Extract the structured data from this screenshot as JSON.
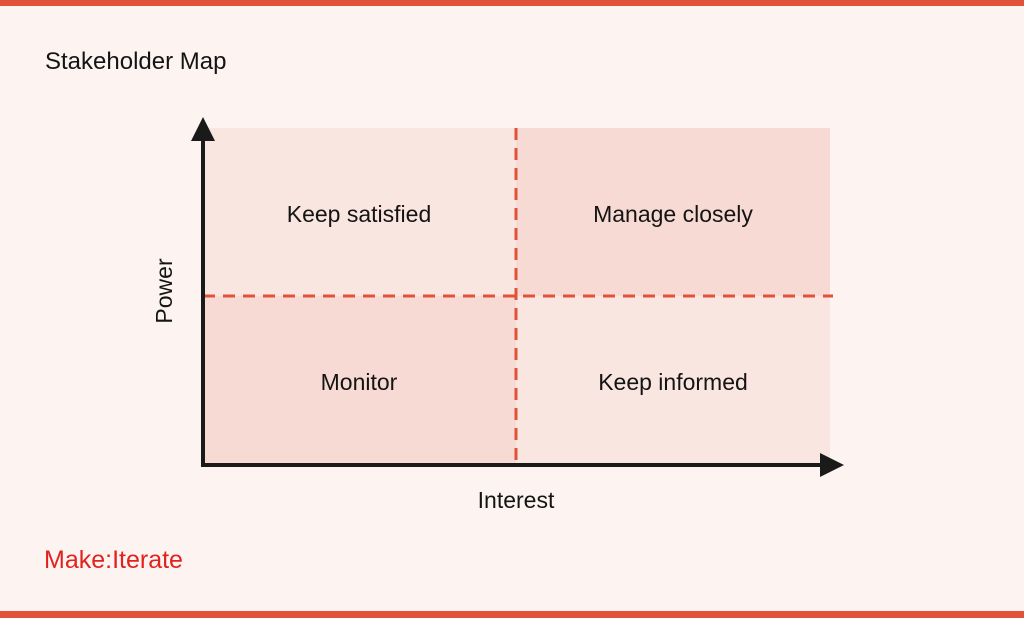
{
  "title": "Stakeholder Map",
  "brand": "Make:Iterate",
  "axes": {
    "x_label": "Interest",
    "y_label": "Power"
  },
  "quadrants": {
    "top_left": "Keep satisfied",
    "top_right": "Manage closely",
    "bottom_left": "Monitor",
    "bottom_right": "Keep informed"
  },
  "colors": {
    "accent": "#e05338",
    "brand": "#e0231e",
    "background": "#fdf4f1",
    "quadrant_light": "#f9e6e1",
    "quadrant_dark": "#f7dad3",
    "text": "#141414"
  }
}
